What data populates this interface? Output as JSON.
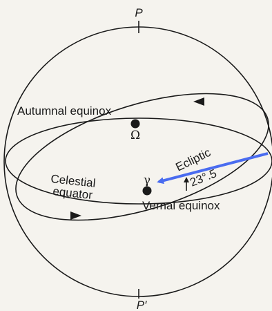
{
  "labels": {
    "north_pole": "P",
    "south_pole": "P′",
    "autumnal_equinox": "Autumnal equinox",
    "autumnal_symbol": "Ω",
    "ecliptic": "Ecliptic",
    "celestial_line1": "Celestial",
    "celestial_line2": "equator",
    "vernal_symbol": "γ",
    "vernal_equinox": "Vernal equinox",
    "obliquity": "23°.5"
  },
  "colors": {
    "ink": "#1a1a1a",
    "pointer": "#4a6cf0",
    "background": "#f5f3ee"
  }
}
